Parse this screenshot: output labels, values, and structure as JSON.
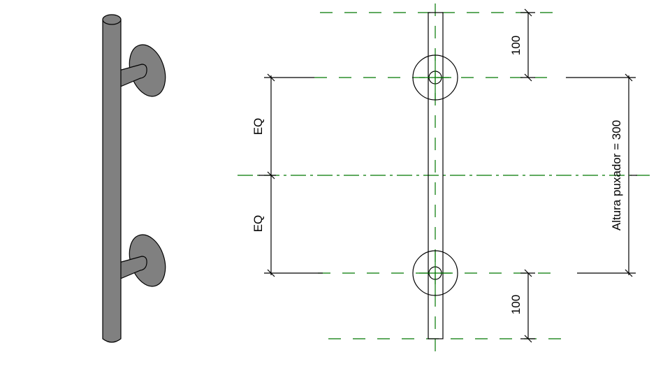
{
  "drawing": {
    "colors": {
      "background": "#ffffff",
      "line": "#000000",
      "reference_line": "#007700",
      "handle_fill": "#808080",
      "handle_stroke": "#000000"
    },
    "dimensions": {
      "top_offset": "100",
      "bottom_offset": "100",
      "eq_upper": "EQ",
      "eq_lower": "EQ",
      "total_height": "Altura puxador = 300"
    },
    "views": {
      "isometric": "3d-handle-view",
      "elevation": "front-elevation-view"
    }
  }
}
